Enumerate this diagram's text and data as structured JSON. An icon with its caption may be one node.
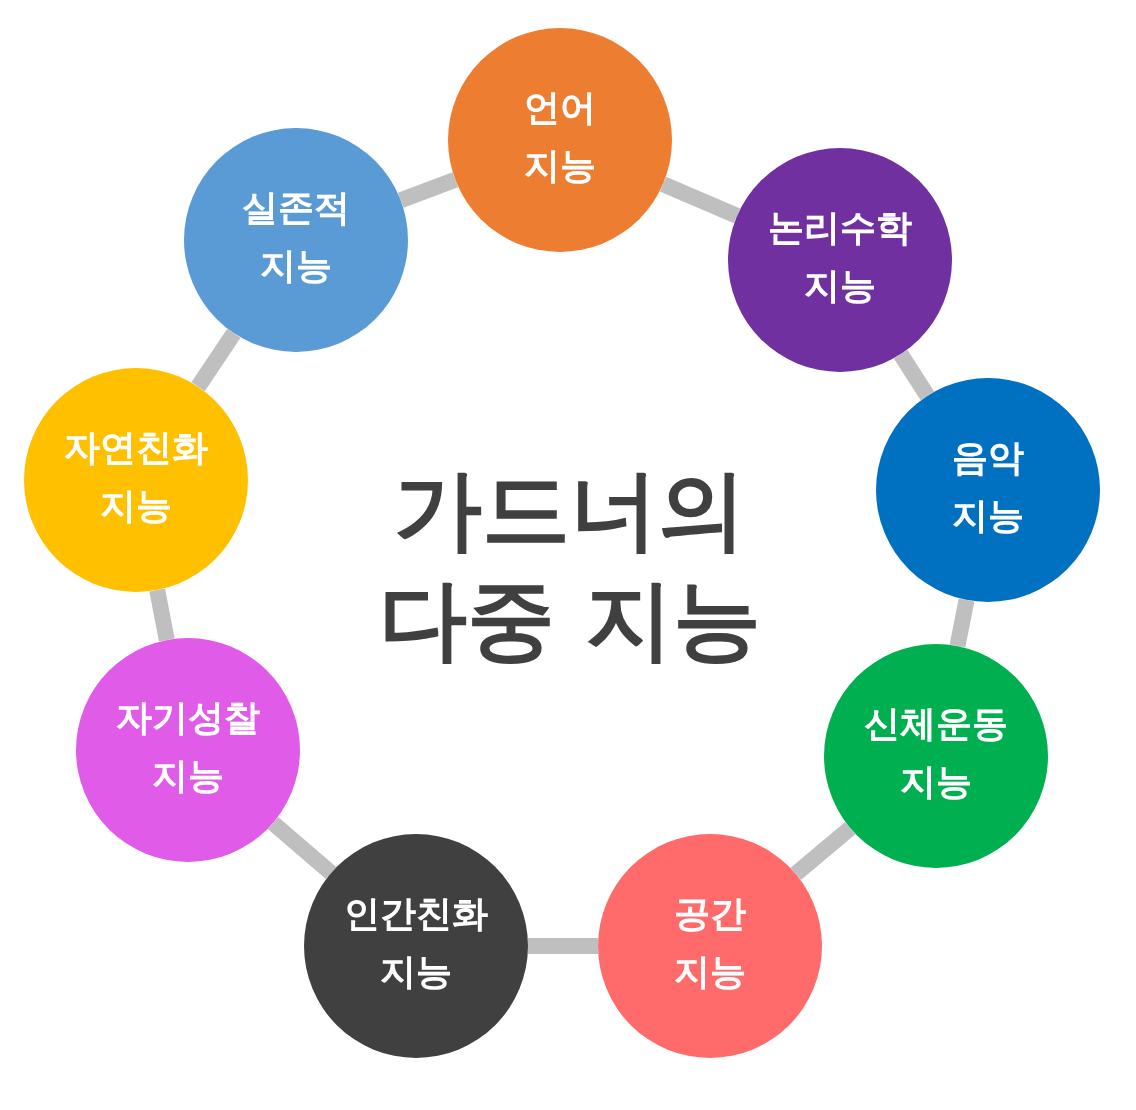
{
  "diagram": {
    "title": "가드너의 다중 지능",
    "nodes": [
      {
        "text": [
          "언어 지능"
        ]
      },
      {
        "text": [
          "논리수학 지능"
        ]
      },
      {
        "text": [
          "음악 지능"
        ]
      },
      {
        "text": [
          "신체운동 지능"
        ]
      },
      {
        "text": [
          "공간 지능"
        ]
      },
      {
        "text": [
          "인간친화 지능"
        ]
      },
      {
        "text": [
          "자기성찰 지능"
        ]
      },
      {
        "text": [
          "자연친화 지능"
        ]
      },
      {
        "text": [
          "실존적 지능"
        ]
      }
    ],
    "edges": [
      {
        "from": 0,
        "to": 1,
        "arrow": "none"
      },
      {
        "from": 1,
        "to": 2,
        "arrow": "none"
      },
      {
        "from": 2,
        "to": 3,
        "arrow": "none"
      },
      {
        "from": 3,
        "to": 4,
        "arrow": "none"
      },
      {
        "from": 4,
        "to": 5,
        "arrow": "none"
      },
      {
        "from": 5,
        "to": 6,
        "arrow": "none"
      },
      {
        "from": 6,
        "to": 7,
        "arrow": "none"
      },
      {
        "from": 7,
        "to": 8,
        "arrow": "none"
      },
      {
        "from": 8,
        "to": 0,
        "arrow": "none"
      }
    ]
  }
}
